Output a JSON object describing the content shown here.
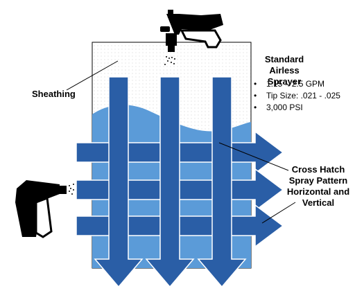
{
  "labels": {
    "sheathing": "Sheathing",
    "sprayer_title": [
      "Standard Airless",
      "Sprayer"
    ],
    "specs": [
      "1.15 – 2.5 GPM",
      "Tip Size: .021 - .025",
      "3,000 PSI"
    ],
    "crosshatch": [
      "Cross Hatch",
      "Spray Pattern",
      "Horizontal and",
      "Vertical"
    ]
  },
  "colors": {
    "arrow": "#2a5ea6",
    "coating": "#5b9bd8",
    "sheathing_fill": "#ffffff",
    "sheathing_dots": "#bdbdbd",
    "outline": "#000000"
  },
  "icons": {
    "top_gun": "spray-gun-icon",
    "side_gun": "spray-gun-icon"
  }
}
